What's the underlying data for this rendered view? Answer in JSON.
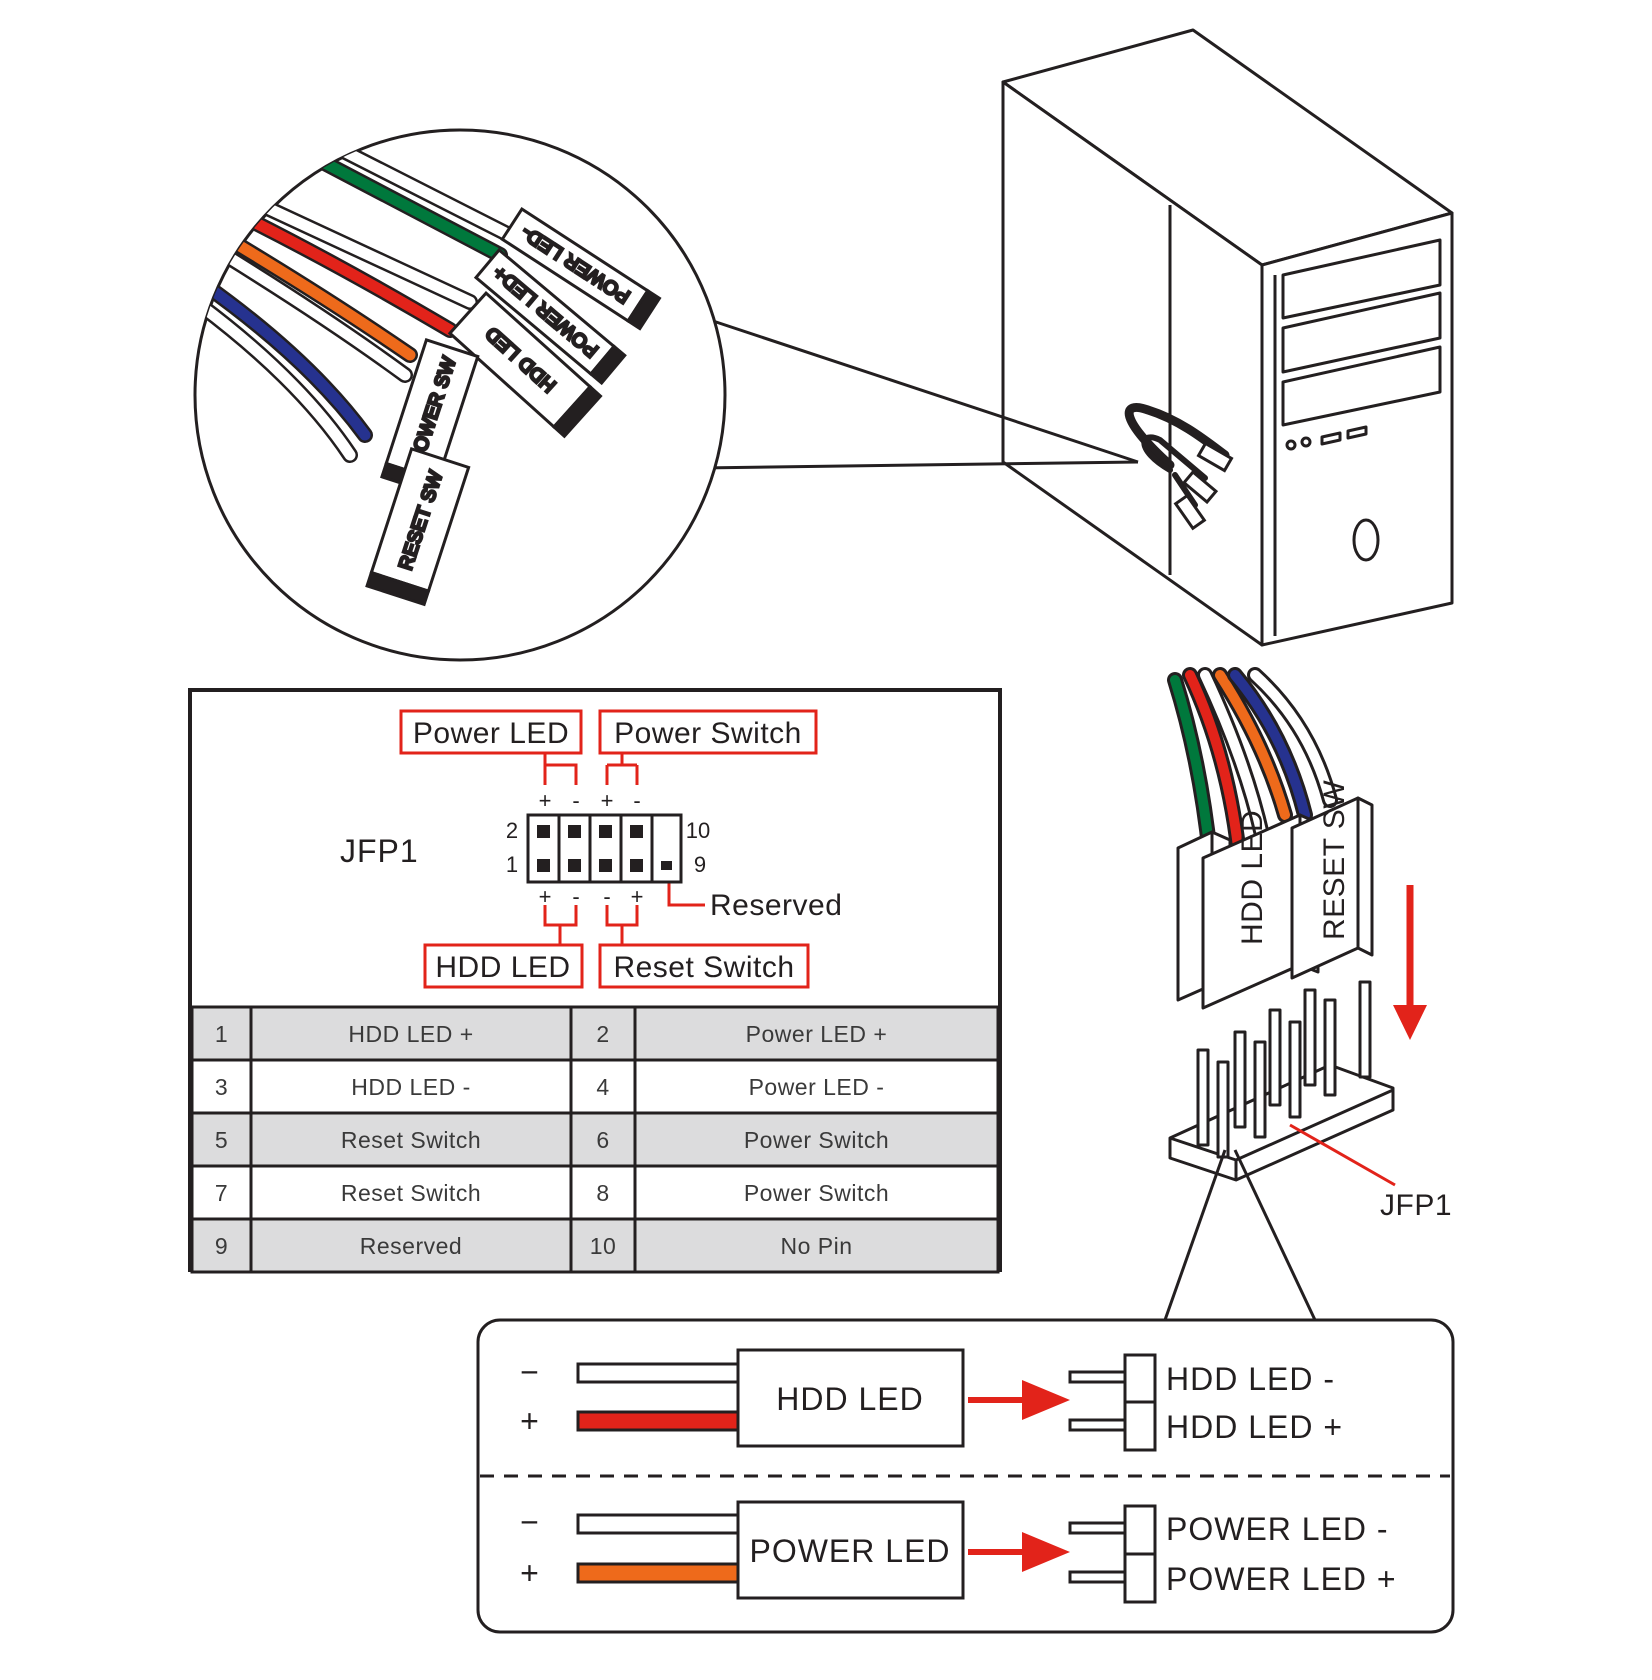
{
  "colors": {
    "ink": "#231f20",
    "accent_red": "#e2231a",
    "wire_green": "#00783c",
    "wire_red": "#e2231a",
    "wire_orange": "#ee6a1b",
    "wire_blue": "#26328f",
    "table_row_alt": "#dcdcdd"
  },
  "magnifier": {
    "connectors": [
      "POWER LED-",
      "POWER LED+",
      "HDD LED",
      "POWER SW",
      "RESET SW"
    ]
  },
  "pinout": {
    "title": "JFP1",
    "labels": {
      "power_led": "Power LED",
      "power_switch": "Power Switch",
      "hdd_led": "HDD LED",
      "reset_switch": "Reset Switch",
      "reserved": "Reserved"
    },
    "pin_numbers": {
      "top_left": "2",
      "bottom_left": "1",
      "top_right": "10",
      "bottom_right": "9"
    },
    "polarity": {
      "plus": "+",
      "minus": "-"
    }
  },
  "table": {
    "rows": [
      {
        "pin_a": "1",
        "sig_a": "HDD LED +",
        "pin_b": "2",
        "sig_b": "Power LED +"
      },
      {
        "pin_a": "3",
        "sig_a": "HDD LED -",
        "pin_b": "4",
        "sig_b": "Power LED -"
      },
      {
        "pin_a": "5",
        "sig_a": "Reset Switch",
        "pin_b": "6",
        "sig_b": "Power Switch"
      },
      {
        "pin_a": "7",
        "sig_a": "Reset Switch",
        "pin_b": "8",
        "sig_b": "Power Switch"
      },
      {
        "pin_a": "9",
        "sig_a": "Reserved",
        "pin_b": "10",
        "sig_b": "No Pin"
      }
    ]
  },
  "header_detail": {
    "plug_labels": [
      "HDD LED",
      "RESET SW"
    ],
    "header_label": "JFP1"
  },
  "legend": {
    "rows": [
      {
        "minus": "−",
        "plus": "+",
        "connector": "HDD LED",
        "pin_minus": "HDD LED -",
        "pin_plus": "HDD LED +"
      },
      {
        "minus": "−",
        "plus": "+",
        "connector": "POWER LED",
        "pin_minus": "POWER LED -",
        "pin_plus": "POWER LED +"
      }
    ]
  }
}
